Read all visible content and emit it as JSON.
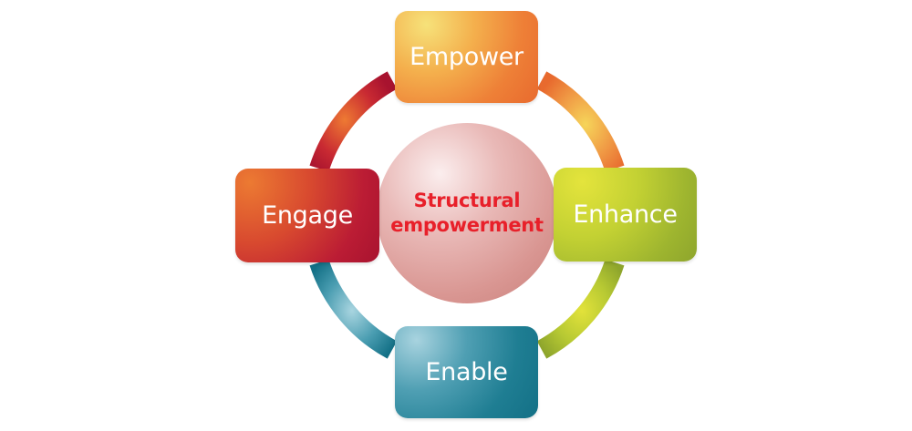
{
  "diagram": {
    "center": {
      "line1": "Structural",
      "line2": "empowerment",
      "color": "#e8202a"
    },
    "nodes": [
      {
        "id": "empower",
        "label": "Empower",
        "position": "top",
        "color": "#ee8037"
      },
      {
        "id": "enhance",
        "label": "Enhance",
        "position": "right",
        "color": "#9eb52f"
      },
      {
        "id": "enable",
        "label": "Enable",
        "position": "bottom",
        "color": "#1f7e93"
      },
      {
        "id": "engage",
        "label": "Engage",
        "position": "left",
        "color": "#bb1c34"
      }
    ],
    "ring_segments": [
      {
        "from": "engage",
        "to": "empower",
        "color": "#c42a30"
      },
      {
        "from": "empower",
        "to": "enhance",
        "color": "#ef8a3c"
      },
      {
        "from": "enhance",
        "to": "enable",
        "color": "#a9c232"
      },
      {
        "from": "enable",
        "to": "engage",
        "color": "#2a8ba0"
      }
    ]
  }
}
